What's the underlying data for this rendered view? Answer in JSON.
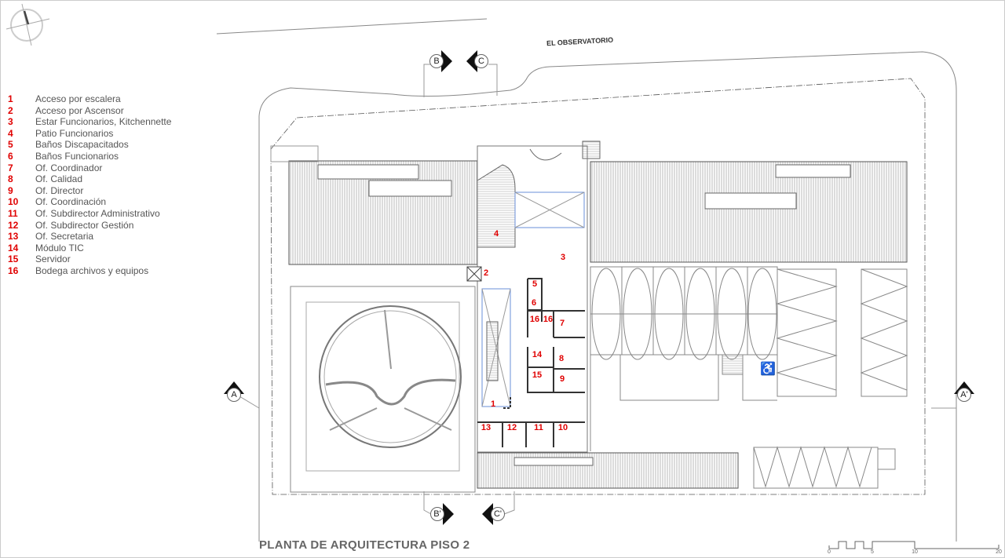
{
  "title": "PLANTA DE ARQUITECTURA PISO 2",
  "street": "EL OBSERVATORIO",
  "legend": [
    {
      "num": "1",
      "label": "Acceso por escalera"
    },
    {
      "num": "2",
      "label": "Acceso por Ascensor"
    },
    {
      "num": "3",
      "label": "Estar Funcionarios, Kitchennette"
    },
    {
      "num": "4",
      "label": "Patio Funcionarios"
    },
    {
      "num": "5",
      "label": "Baños Discapacitados"
    },
    {
      "num": "6",
      "label": "Baños Funcionarios"
    },
    {
      "num": "7",
      "label": "Of. Coordinador"
    },
    {
      "num": "8",
      "label": "Of. Calidad"
    },
    {
      "num": "9",
      "label": "Of. Director"
    },
    {
      "num": "10",
      "label": "Of. Coordinación"
    },
    {
      "num": "11",
      "label": "Of. Subdirector Administrativo"
    },
    {
      "num": "12",
      "label": "Of. Subdirector Gestión"
    },
    {
      "num": "13",
      "label": "Of. Secretaria"
    },
    {
      "num": "14",
      "label": "Módulo TIC"
    },
    {
      "num": "15",
      "label": "Servidor"
    },
    {
      "num": "16",
      "label": "Bodega archivos y equipos"
    }
  ],
  "rooms": [
    "4",
    "3",
    "2",
    "5",
    "6",
    "16",
    "16",
    "7",
    "14",
    "8",
    "15",
    "9",
    "1",
    "13",
    "12",
    "11",
    "10"
  ],
  "sections": {
    "a": "A",
    "a2": "A'",
    "b": "B",
    "c": "C",
    "b2": "B'",
    "c2": "C'"
  },
  "scale": [
    "0",
    "5",
    "10",
    "20"
  ],
  "colors": {
    "label_red": "#e00000",
    "line": "#777777",
    "blue_line": "#6a8fd8"
  }
}
